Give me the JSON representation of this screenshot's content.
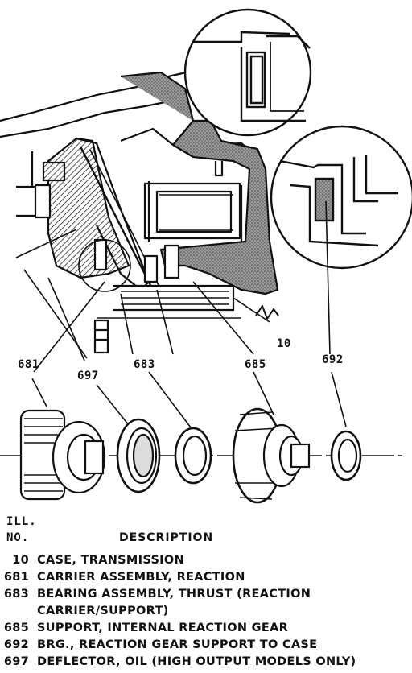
{
  "callouts": {
    "c10": "10",
    "c681": "681",
    "c697": "697",
    "c683": "683",
    "c685": "685",
    "c692": "692"
  },
  "legend": {
    "ill": "ILL.",
    "no": "NO.",
    "description_header": "DESCRIPTION",
    "rows": [
      {
        "num": "10",
        "text": "CASE, TRANSMISSION"
      },
      {
        "num": "681",
        "text": "CARRIER ASSEMBLY, REACTION"
      },
      {
        "num": "683",
        "text": "BEARING ASSEMBLY, THRUST (REACTION",
        "cont": "CARRIER/SUPPORT)"
      },
      {
        "num": "685",
        "text": "SUPPORT, INTERNAL REACTION GEAR"
      },
      {
        "num": "692",
        "text": "BRG., REACTION GEAR SUPPORT TO CASE"
      },
      {
        "num": "697",
        "text": "DEFLECTOR, OIL (HIGH OUTPUT MODELS ONLY)"
      }
    ]
  }
}
